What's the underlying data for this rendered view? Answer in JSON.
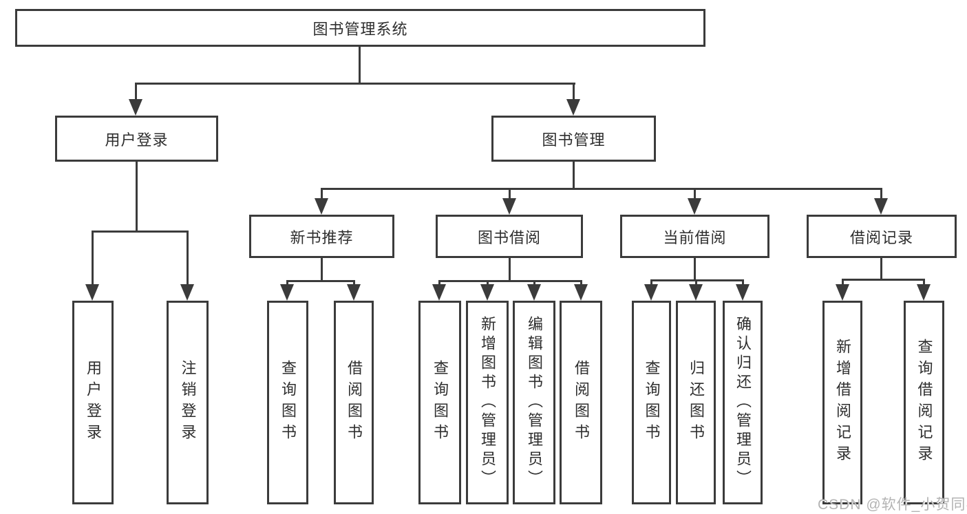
{
  "tree": {
    "root": "图书管理系统",
    "branches": [
      {
        "label": "用户登录",
        "leaves": [
          "用户登录",
          "注销登录"
        ]
      },
      {
        "label": "图书管理",
        "groups": [
          {
            "label": "新书推荐",
            "leaves": [
              "查询图书",
              "借阅图书"
            ]
          },
          {
            "label": "图书借阅",
            "leaves": [
              "查询图书",
              "新增图书（管理员）",
              "编辑图书（管理员）",
              "借阅图书"
            ]
          },
          {
            "label": "当前借阅",
            "leaves": [
              "查询图书",
              "归还图书",
              "确认归还（管理员）"
            ]
          },
          {
            "label": "借阅记录",
            "leaves": [
              "新增借阅记录",
              "查询借阅记录"
            ]
          }
        ]
      }
    ]
  },
  "watermark": "CSDN @软件_小贺同学",
  "colors": {
    "line": "#3b3b3b",
    "text": "#2e2e2e",
    "watermark": "#b3b3b3",
    "background": "#ffffff"
  }
}
